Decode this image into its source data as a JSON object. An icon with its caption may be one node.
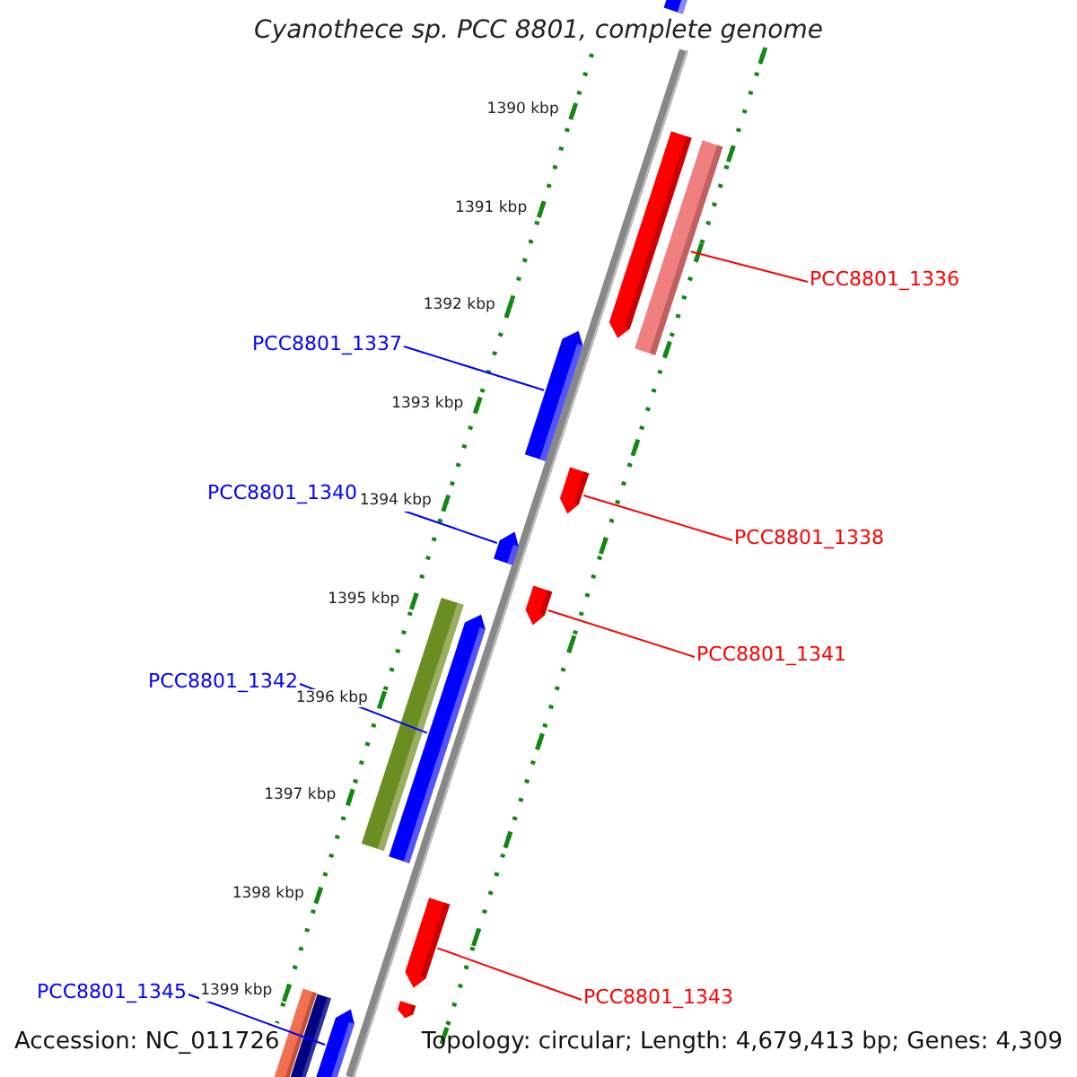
{
  "diagram": {
    "title": "Cyanothece sp. PCC 8801, complete genome",
    "nodes": [
      {
        "text": [
          "PCC8801_1336"
        ]
      },
      {
        "text": [
          "PCC8801_1337"
        ]
      },
      {
        "text": [
          "PCC8801_1340"
        ]
      },
      {
        "text": [
          "PCC8801_1338"
        ]
      },
      {
        "text": [
          "PCC8801_1341"
        ]
      },
      {
        "text": [
          "PCC8801_1342"
        ]
      },
      {
        "text": [
          "PCC8801_1343"
        ]
      },
      {
        "text": [
          "PCC8801_1345"
        ]
      },
      {
        "text": [],
        "shape": "bar"
      },
      {
        "text": [],
        "shape": "bar"
      },
      {
        "text": [],
        "shape": "bar"
      },
      {
        "text": [],
        "shape": "bar"
      },
      {
        "text": [],
        "shape": "bar"
      },
      {
        "text": [],
        "shape": "bar"
      },
      {
        "text": [],
        "shape": "bar"
      },
      {
        "text": [],
        "shape": "bar"
      }
    ],
    "edges": [
      {
        "from": 0,
        "to": 8,
        "arrow": "none",
        "color": "#ff0000"
      },
      {
        "from": 1,
        "to": 9,
        "arrow": "none",
        "color": "#0000ff"
      },
      {
        "from": 2,
        "to": 10,
        "arrow": "none",
        "color": "#0000ff"
      },
      {
        "from": 3,
        "to": 11,
        "arrow": "none",
        "color": "#ff0000"
      },
      {
        "from": 4,
        "to": 12,
        "arrow": "none",
        "color": "#ff0000"
      },
      {
        "from": 5,
        "to": 13,
        "arrow": "none",
        "color": "#0000ff"
      },
      {
        "from": 6,
        "to": 14,
        "arrow": "none",
        "color": "#ff0000"
      },
      {
        "from": 7,
        "to": 15,
        "arrow": "none",
        "color": "#0000ff"
      }
    ],
    "labels": [
      "1390 kbp",
      "1391 kbp",
      "1392 kbp",
      "1393 kbp",
      "1394 kbp",
      "1395 kbp",
      "1396 kbp",
      "1397 kbp",
      "1398 kbp",
      "1399 kbp",
      "Accession: NC_011726",
      "Topology: circular; Length: 4,679,413 bp; Genes: 4,309"
    ]
  }
}
